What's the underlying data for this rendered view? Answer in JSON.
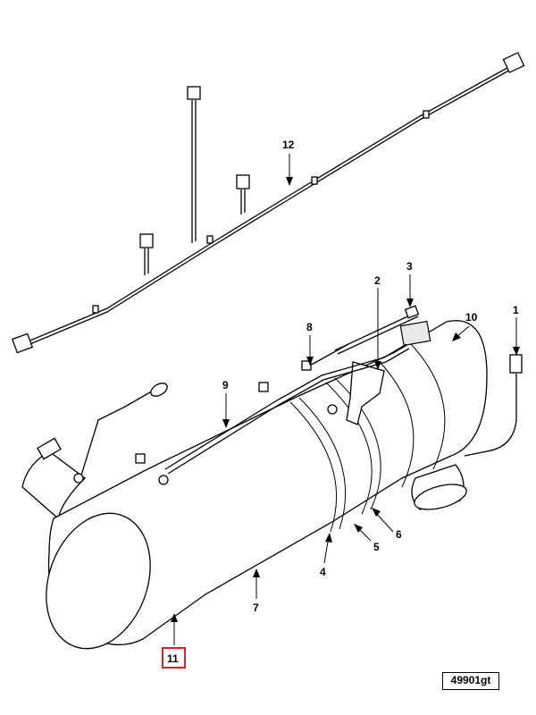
{
  "diagram": {
    "callouts": [
      {
        "id": "1",
        "label": "1"
      },
      {
        "id": "2",
        "label": "2"
      },
      {
        "id": "3",
        "label": "3"
      },
      {
        "id": "4",
        "label": "4"
      },
      {
        "id": "5",
        "label": "5"
      },
      {
        "id": "6",
        "label": "6"
      },
      {
        "id": "7",
        "label": "7"
      },
      {
        "id": "8",
        "label": "8"
      },
      {
        "id": "9",
        "label": "9"
      },
      {
        "id": "10",
        "label": "10"
      },
      {
        "id": "11",
        "label": "11"
      },
      {
        "id": "12",
        "label": "12"
      }
    ],
    "highlighted_callout": "11",
    "highlight_color": "#e02020",
    "reference_code": "49901gt"
  }
}
